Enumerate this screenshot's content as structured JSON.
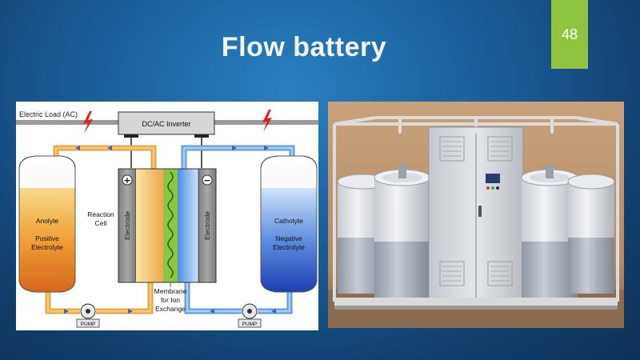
{
  "slide": {
    "title": "Flow battery",
    "number": "48"
  },
  "diagram": {
    "electric_load": "Electric Load (AC)",
    "inverter": "DC/AC Inverter",
    "anolyte": "Anolyte",
    "positive_1": "Positive",
    "positive_2": "Electrolyte",
    "catholyte": "Catholyte",
    "negative_1": "Negative",
    "negative_2": "Electrolyte",
    "reaction_1": "Reaction",
    "reaction_2": "Cell",
    "electrode_left": "Electrode",
    "electrode_right": "Electrode",
    "plus": "+",
    "minus": "−",
    "membrane_1": "Membrane",
    "membrane_2": "for Ion",
    "membrane_3": "Exchange",
    "pump_left": "PUMP",
    "pump_right": "PUMP"
  },
  "colors": {
    "orange": "#f2a33a",
    "blue": "#6aa6e6",
    "green": "#8cc63f",
    "accent": "#8fc43f",
    "lightning": "#e02020"
  }
}
